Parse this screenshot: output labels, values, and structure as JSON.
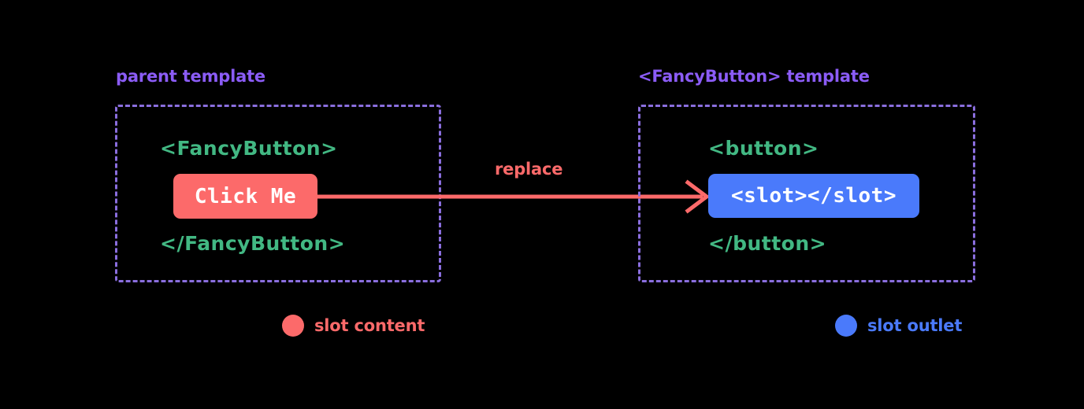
{
  "background_color": "#000000",
  "colors": {
    "purple": "#8b5cf6",
    "purple_border": "#8a6ede",
    "green": "#42b883",
    "red": "#fc6a6a",
    "blue": "#4a7afb",
    "white": "#ffffff"
  },
  "panels": {
    "parent": {
      "title": "parent template",
      "open_tag": "<FancyButton>",
      "close_tag": "</FancyButton>",
      "chip_label": "Click Me"
    },
    "fancy_button": {
      "title": "<FancyButton> template",
      "open_tag": "<button>",
      "close_tag": "</button>",
      "chip_label": "<slot></slot>"
    }
  },
  "arrow": {
    "label": "replace"
  },
  "legend": [
    {
      "label": "slot content",
      "color": "#fc6a6a"
    },
    {
      "label": "slot outlet",
      "color": "#4a7afb"
    }
  ]
}
